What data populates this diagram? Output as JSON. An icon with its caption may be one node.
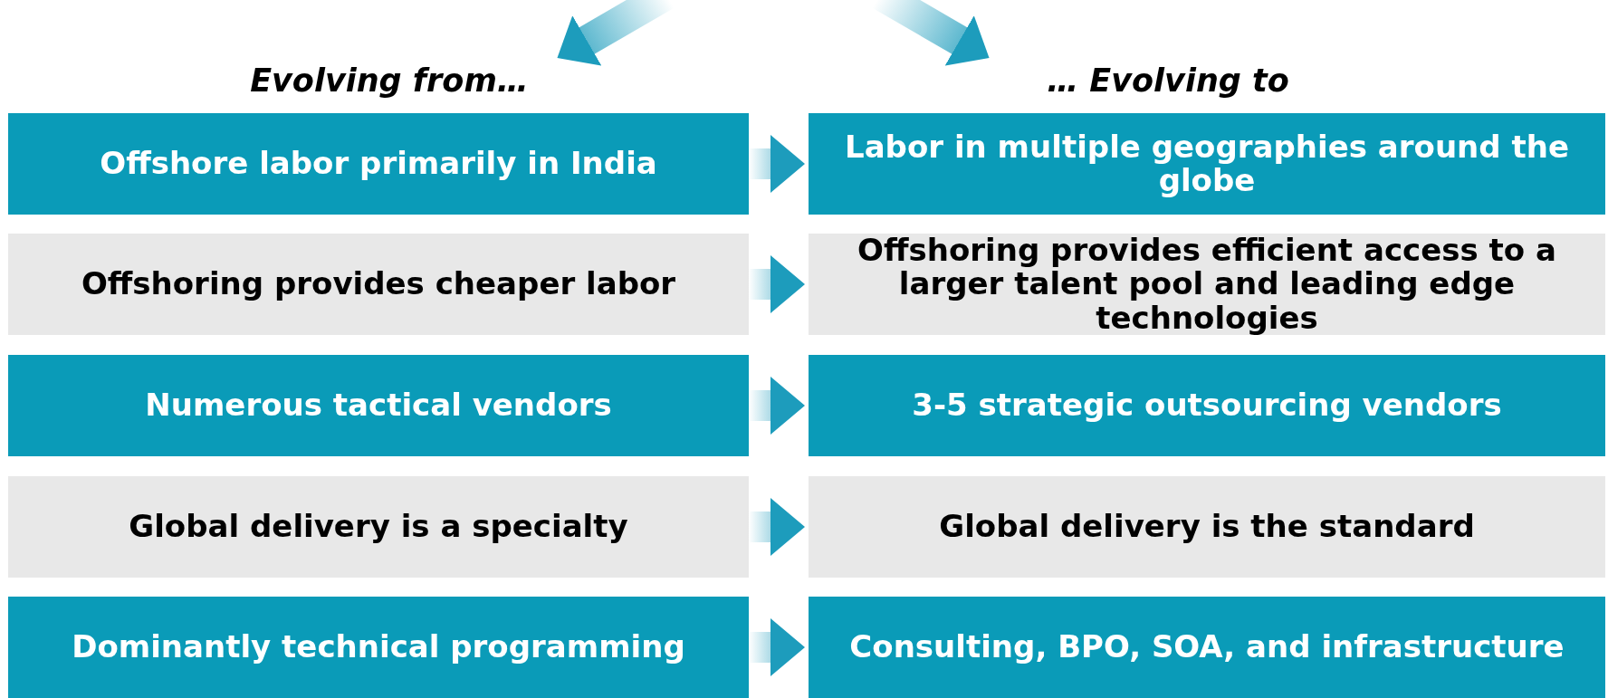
{
  "diagram": {
    "nodes": [
      {
        "text": [
          "Evolving from…"
        ]
      },
      {
        "text": [
          "… Evolving to"
        ]
      },
      {
        "text": [
          "Offshore labor primarily in India"
        ]
      },
      {
        "text": [
          "Labor in multiple geographies around the globe"
        ]
      },
      {
        "text": [
          "Offshoring provides cheaper labor"
        ]
      },
      {
        "text": [
          "Offshoring provides efficient access to a larger talent pool and leading edge technologies"
        ]
      },
      {
        "text": [
          "Numerous tactical vendors"
        ]
      },
      {
        "text": [
          "3-5 strategic outsourcing vendors"
        ]
      },
      {
        "text": [
          "Global delivery is a specialty"
        ]
      },
      {
        "text": [
          "Global delivery is the standard"
        ]
      },
      {
        "text": [
          "Dominantly technical programming"
        ]
      },
      {
        "text": [
          "Consulting, BPO, SOA, and infrastructure"
        ]
      }
    ],
    "edges": [
      {
        "from": null,
        "to": 0,
        "arrow": "to"
      },
      {
        "from": null,
        "to": 1,
        "arrow": "to"
      },
      {
        "from": 2,
        "to": 3,
        "arrow": "to"
      },
      {
        "from": 4,
        "to": 5,
        "arrow": "to"
      },
      {
        "from": 6,
        "to": 7,
        "arrow": "to"
      },
      {
        "from": 8,
        "to": 9,
        "arrow": "to"
      },
      {
        "from": 10,
        "to": 11,
        "arrow": "to"
      }
    ]
  }
}
